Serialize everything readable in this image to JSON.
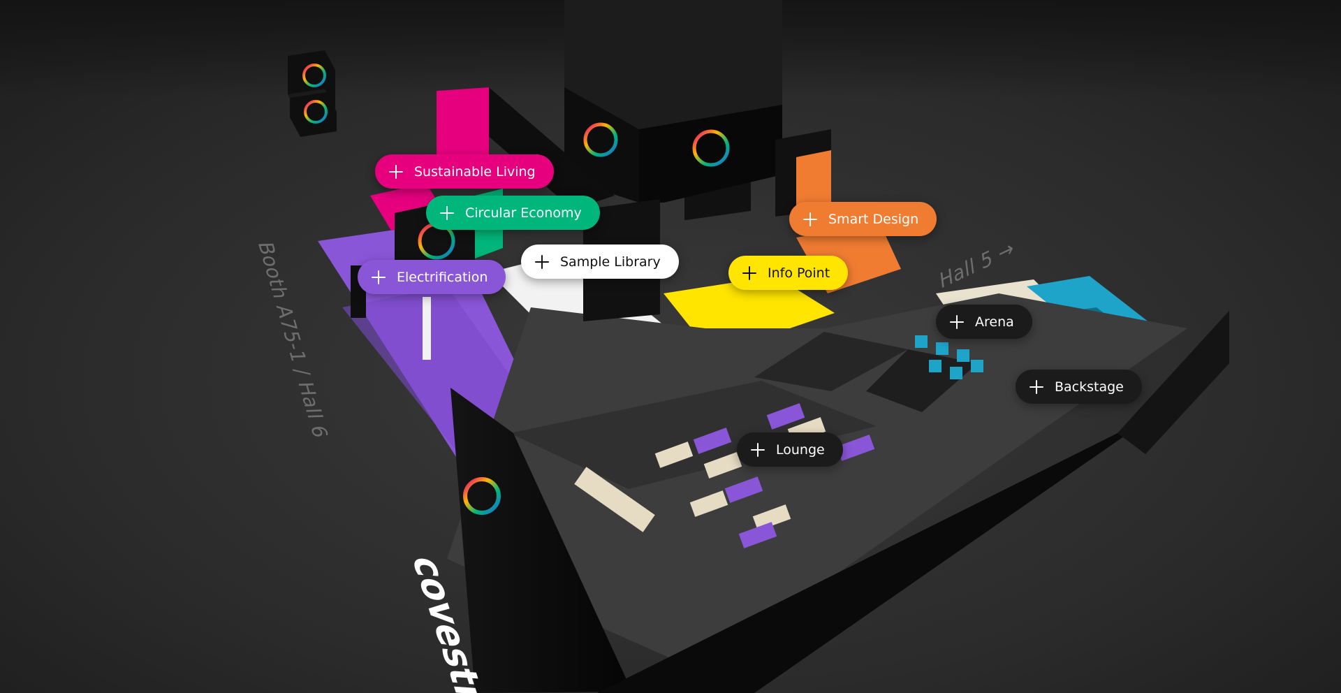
{
  "hotspots": [
    {
      "id": "sustainable-living",
      "label": "Sustainable Living",
      "bg": "#e6007e",
      "fg": "#ffffff"
    },
    {
      "id": "circular-economy",
      "label": "Circular Economy",
      "bg": "#00b67a",
      "fg": "#ffffff"
    },
    {
      "id": "smart-design",
      "label": "Smart Design",
      "bg": "#f07c32",
      "fg": "#ffffff"
    },
    {
      "id": "sample-library",
      "label": "Sample Library",
      "bg": "#ffffff",
      "fg": "#111111"
    },
    {
      "id": "info-point",
      "label": "Info Point",
      "bg": "#ffe500",
      "fg": "#111111"
    },
    {
      "id": "electrification",
      "label": "Electrification",
      "bg": "#8a56d8",
      "fg": "#ffffff"
    },
    {
      "id": "arena",
      "label": "Arena",
      "bg": "#1b1b1b",
      "fg": "#ffffff"
    },
    {
      "id": "backstage",
      "label": "Backstage",
      "bg": "#1b1b1b",
      "fg": "#ffffff"
    },
    {
      "id": "lounge",
      "label": "Lounge",
      "bg": "#1b1b1b",
      "fg": "#ffffff"
    }
  ],
  "floor": {
    "booth_label": "Booth A75-1 / Hall 6",
    "hall_label": "Hall 5 →"
  },
  "brand": {
    "name": "covestro"
  },
  "colors": {
    "floor": "#2a2a2a",
    "sustainable": "#e6007e",
    "circular": "#00b67a",
    "smart": "#f07c32",
    "info": "#ffe500",
    "electrification": "#8a56d8",
    "arena": "#1ea3c9"
  }
}
